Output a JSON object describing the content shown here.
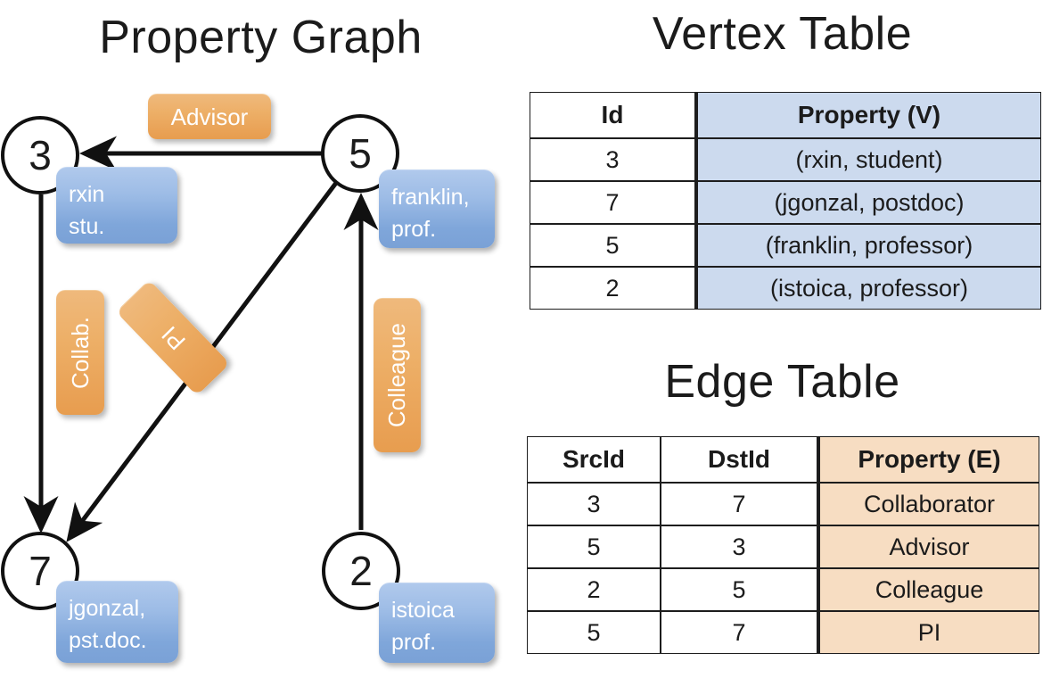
{
  "titles": {
    "property_graph": "Property Graph",
    "vertex_table": "Vertex Table",
    "edge_table": "Edge Table"
  },
  "colors": {
    "vertex_property_fill": "#ccdaee",
    "edge_property_fill": "#f7ddc2",
    "node_box_blue": "#9dbce6",
    "edge_label_orange": "#edaf67",
    "stroke": "#1b1b1b"
  },
  "graph": {
    "nodes": [
      {
        "id": "3",
        "property_line1": "rxin",
        "property_line2": "stu."
      },
      {
        "id": "5",
        "property_line1": "franklin,",
        "property_line2": "prof."
      },
      {
        "id": "7",
        "property_line1": "jgonzal,",
        "property_line2": "pst.doc."
      },
      {
        "id": "2",
        "property_line1": "istoica",
        "property_line2": "prof."
      }
    ],
    "edge_labels": [
      {
        "name": "advisor",
        "text": "Advisor",
        "orientation": "horizontal"
      },
      {
        "name": "collab",
        "text": "Collab.",
        "orientation": "vertical"
      },
      {
        "name": "pi",
        "text": "PI",
        "orientation": "rotated"
      },
      {
        "name": "colleague",
        "text": "Colleague",
        "orientation": "vertical"
      }
    ],
    "edges": [
      {
        "from": "5",
        "to": "3",
        "label": "Advisor"
      },
      {
        "from": "3",
        "to": "7",
        "label": "Collab."
      },
      {
        "from": "5",
        "to": "7",
        "label": "PI"
      },
      {
        "from": "2",
        "to": "5",
        "label": "Colleague"
      }
    ]
  },
  "vertex_table": {
    "headers": [
      "Id",
      "Property (V)"
    ],
    "rows": [
      {
        "id": "3",
        "property": "(rxin, student)"
      },
      {
        "id": "7",
        "property": "(jgonzal, postdoc)"
      },
      {
        "id": "5",
        "property": "(franklin, professor)"
      },
      {
        "id": "2",
        "property": "(istoica, professor)"
      }
    ]
  },
  "edge_table": {
    "headers": [
      "SrcId",
      "DstId",
      "Property (E)"
    ],
    "rows": [
      {
        "src": "3",
        "dst": "7",
        "property": "Collaborator"
      },
      {
        "src": "5",
        "dst": "3",
        "property": "Advisor"
      },
      {
        "src": "2",
        "dst": "5",
        "property": "Colleague"
      },
      {
        "src": "5",
        "dst": "7",
        "property": "PI"
      }
    ]
  }
}
